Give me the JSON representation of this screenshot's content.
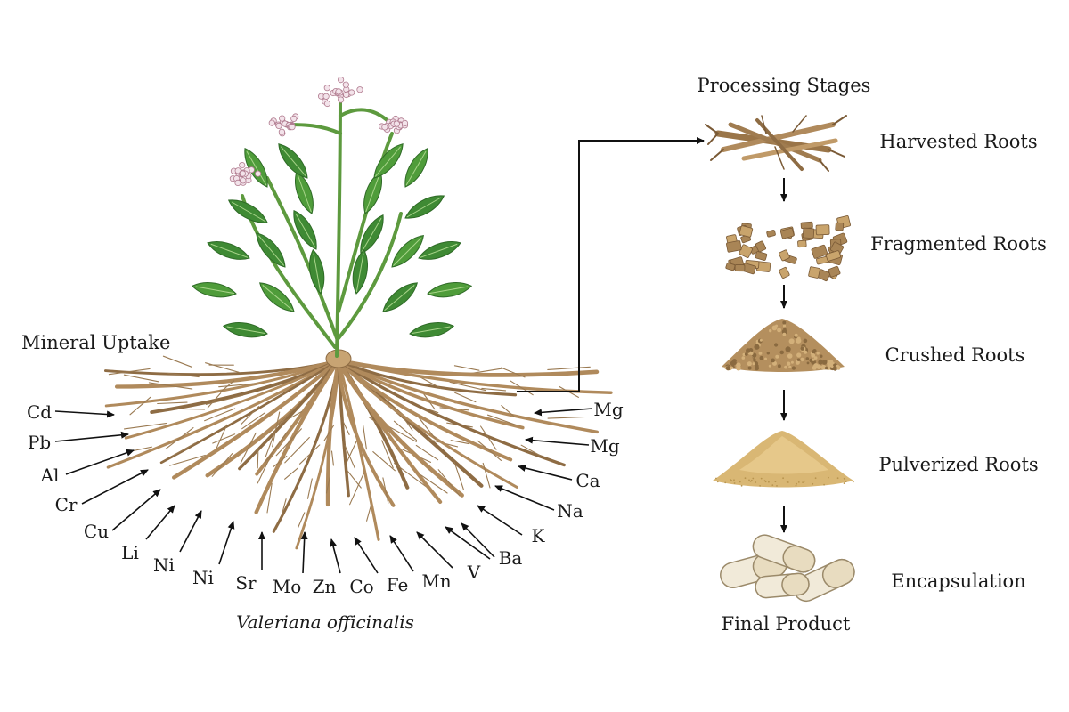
{
  "left_panel": {
    "heading": "Mineral Uptake",
    "species": "Valeriana officinalis",
    "elements_left": [
      "Cd",
      "Pb",
      "Al",
      "Cr",
      "Cu",
      "Li",
      "Ni",
      "Ni",
      "Sr",
      "Mo",
      "Zn",
      "Co",
      "Fe",
      "Mn",
      "V"
    ],
    "elements_right": [
      "Mg",
      "Mg",
      "Ca",
      "Na",
      "K",
      "Ba"
    ]
  },
  "right_panel": {
    "heading": "Processing Stages",
    "stages": [
      {
        "label": "Harvested Roots",
        "icon": "harvested-roots-icon"
      },
      {
        "label": "Fragmented Roots",
        "icon": "fragmented-roots-icon"
      },
      {
        "label": "Crushed Roots",
        "icon": "crushed-roots-icon"
      },
      {
        "label": "Pulverized Roots",
        "icon": "pulverized-roots-icon"
      },
      {
        "label": "Encapsulation",
        "icon": "capsules-icon"
      }
    ],
    "footer": "Final Product"
  },
  "colors": {
    "root": "#b08a5c",
    "root_dark": "#7a5a36",
    "leaf": "#3f8a34",
    "leaf_light": "#6cb04c",
    "stem": "#5d9a3e",
    "flower": "#e9d2dc",
    "flower_center": "#b07b8f",
    "powder": "#d9b774",
    "capsule": "#f1ead9",
    "capsule_edge": "#9b8a6a",
    "arrow": "#111111"
  }
}
